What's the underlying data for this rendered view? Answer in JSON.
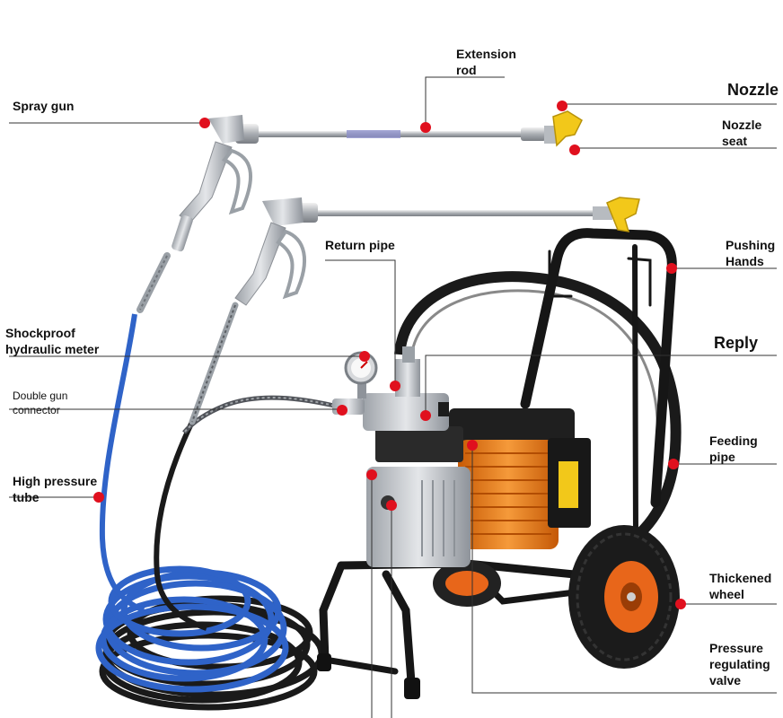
{
  "labels": {
    "extension_rod": [
      "Extension",
      "rod"
    ],
    "spray_gun": "Spray gun",
    "nozzle": "Nozzle",
    "nozzle_seat": [
      "Nozzle",
      "seat"
    ],
    "return_pipe": "Return pipe",
    "pushing_hands": [
      "Pushing",
      "Hands"
    ],
    "shockproof_meter": [
      "Shockproof",
      "hydraulic meter"
    ],
    "reply": "Reply",
    "double_gun_connector": [
      "Double gun",
      "connector"
    ],
    "feeding_pipe": [
      "Feeding",
      "pipe"
    ],
    "high_pressure_tube": [
      "High pressure",
      "tube"
    ],
    "thickened_wheel": [
      "Thickened",
      "wheel"
    ],
    "pressure_regulating_valve": [
      "Pressure",
      "regulating",
      "valve"
    ]
  },
  "colors": {
    "marker": "#e0101e",
    "leader_line": "#333333",
    "hose_blue": "#2f63c8",
    "hose_black": "#1a1a1a",
    "motor_orange": "#f07a12",
    "body_silver": "#c9ccd0",
    "frame_black": "#161616",
    "nozzle_yellow": "#f2c81a"
  }
}
